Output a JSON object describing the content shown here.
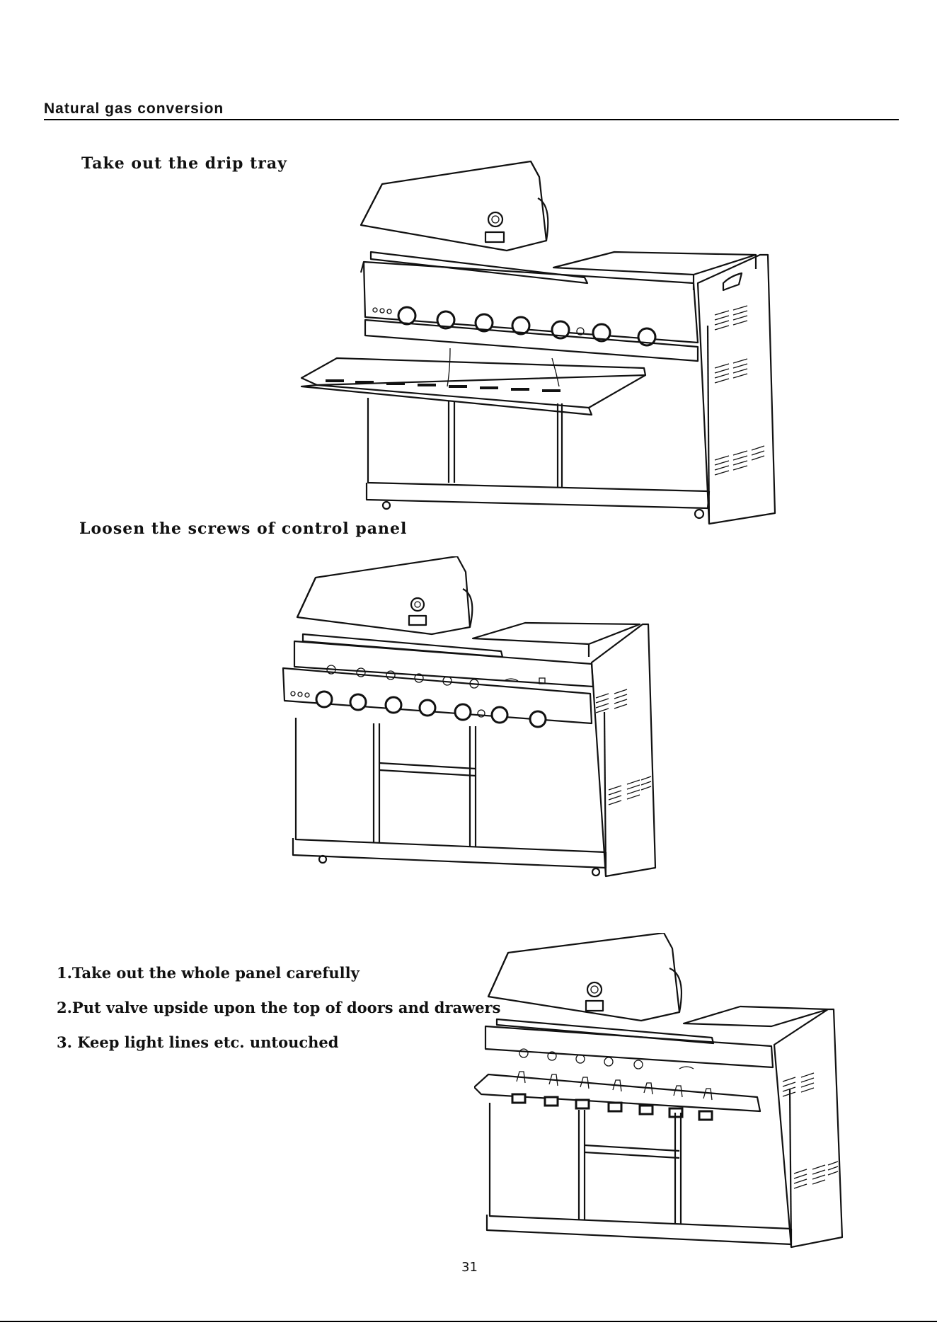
{
  "header": {
    "title": "Natural gas conversion"
  },
  "steps": {
    "step1": "Take out the drip tray",
    "step2": "Loosen the screws of control panel",
    "list": [
      "1.Take out the whole panel carefully",
      "2.Put valve upside upon the top of doors and drawers",
      "3. Keep light lines etc. untouched"
    ]
  },
  "figures": {
    "fig1": "grill-drip-tray-out",
    "fig2": "grill-control-panel-screws",
    "fig3": "grill-panel-removed"
  },
  "footer": {
    "page_number": "31"
  }
}
